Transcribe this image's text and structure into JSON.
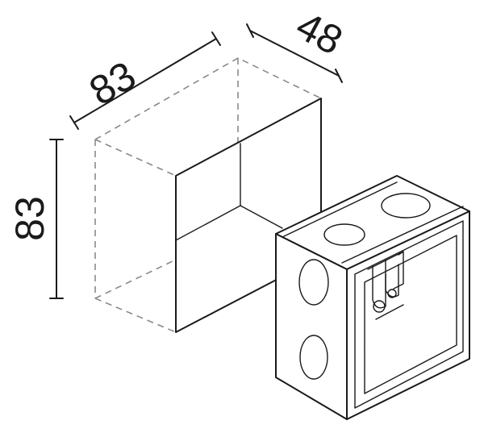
{
  "dimensions": {
    "width_label": "83",
    "depth_label": "48",
    "height_label": "83"
  },
  "colors": {
    "line": "#1a1a1a",
    "hidden_line": "#8a8a8a",
    "background": "#ffffff"
  }
}
